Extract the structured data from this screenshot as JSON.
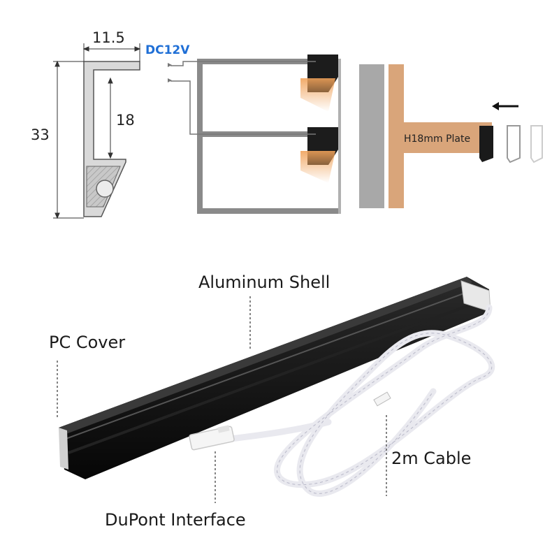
{
  "profile_dims": {
    "width": "11.5",
    "height": "33",
    "inner": "18"
  },
  "voltage": "DC12V",
  "plate_label": "H18mm Plate",
  "callouts": {
    "aluminum_shell": "Aluminum Shell",
    "pc_cover": "PC Cover",
    "cable": "2m Cable",
    "dupont": "DuPont Interface"
  },
  "colors": {
    "dc_label": "#1f6fd6",
    "cabinet": "#8a8a8a",
    "wood": "#d9a57a",
    "light_glow": "#f0a25a",
    "profile_black": "#141414"
  }
}
